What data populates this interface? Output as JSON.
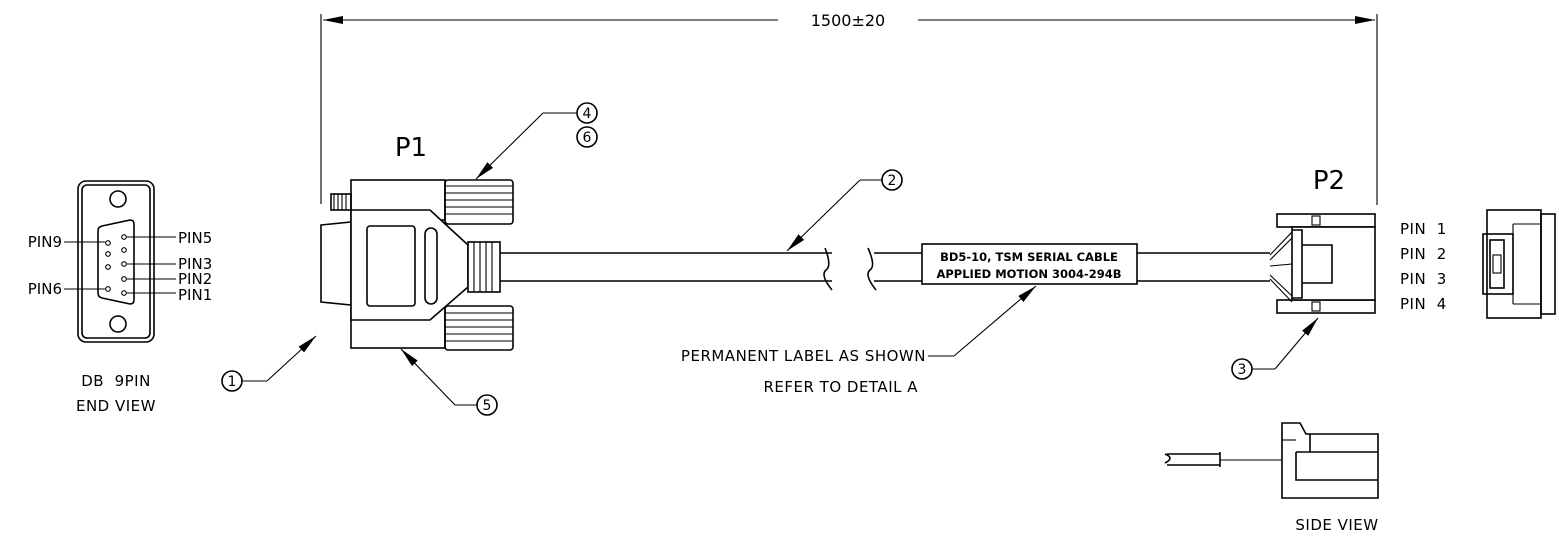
{
  "dimension": {
    "overall_length": "1500±20"
  },
  "connectors": {
    "p1": "P1",
    "p2": "P2"
  },
  "end_view": {
    "pins_left": [
      "PIN9",
      "PIN6"
    ],
    "pins_right": [
      "PIN5",
      "PIN3",
      "PIN2",
      "PIN1"
    ],
    "caption_line1": "DB  9PIN",
    "caption_line2": "END VIEW"
  },
  "p2_pins": [
    "PIN  1",
    "PIN  2",
    "PIN  3",
    "PIN  4"
  ],
  "cable_label": {
    "line1": "BD5-10, TSM SERIAL CABLE",
    "line2": "APPLIED MOTION 3004-294B"
  },
  "callout_note": {
    "line1": "PERMANENT LABEL AS SHOWN",
    "line2": "REFER TO DETAIL A"
  },
  "side_view_caption": "SIDE VIEW",
  "balloons": [
    "1",
    "2",
    "3",
    "4",
    "5",
    "6"
  ]
}
